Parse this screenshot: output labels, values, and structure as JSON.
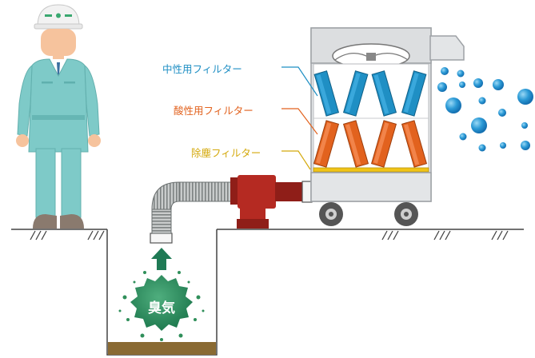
{
  "labels": {
    "neutral_filter": "中性用フィルター",
    "acid_filter": "酸性用フィルター",
    "dust_filter": "除塵フィルター",
    "odor": "臭気"
  },
  "colors": {
    "neutral": "#1f8fc4",
    "acid": "#e2621e",
    "dust": "#d4a90c",
    "odor": "#2f8f5a",
    "arrow": "#1f7a55",
    "blower": "#b52a22",
    "helmet_stripe": "#3aa870",
    "uniform": "#7ecac8",
    "soil": "#8a6a33"
  },
  "icons": {
    "worker": "worker-icon",
    "blower": "blower-icon",
    "fan": "fan-icon",
    "arrow": "arrow-up-icon"
  }
}
